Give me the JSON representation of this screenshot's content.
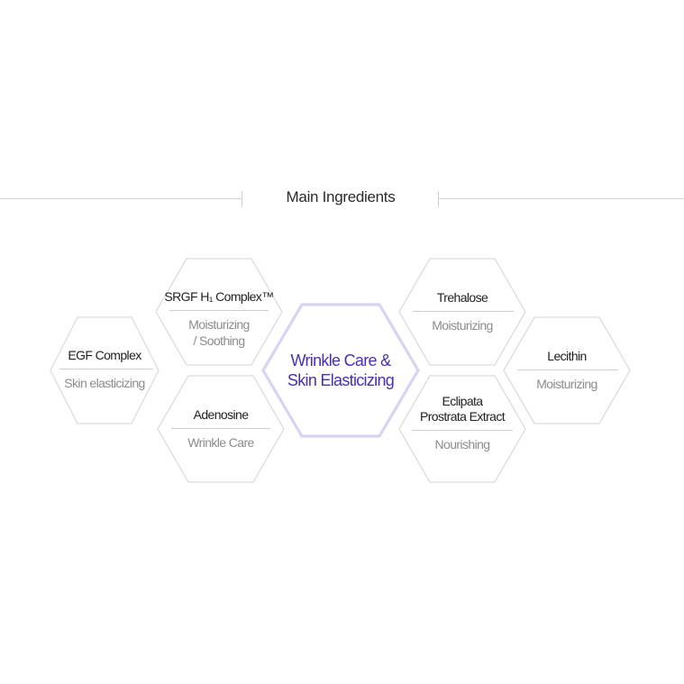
{
  "section": {
    "title": "Main Ingredients"
  },
  "center": {
    "line1": "Wrinkle Care &",
    "line2": "Skin Elasticizing"
  },
  "ingredients": [
    {
      "name": "EGF Complex",
      "effect": "Skin elasticizing"
    },
    {
      "name": "SRGF H₁ Complex™",
      "effect_line1": "Moisturizing",
      "effect_line2": "/ Soothing"
    },
    {
      "name": "Adenosine",
      "effect": "Wrinkle Care"
    },
    {
      "name": "Trehalose",
      "effect": "Moisturizing"
    },
    {
      "name_line1": "Eclipata",
      "name_line2": "Prostrata Extract",
      "effect": "Nourishing"
    },
    {
      "name": "Lecithin",
      "effect": "Moisturizing"
    }
  ],
  "colors": {
    "accent": "#4a2fb5",
    "center_border": "#d9d3f2",
    "hex_border": "#dcdcdc",
    "name_text": "#1f1f1f",
    "effect_text": "#8c8c8c"
  }
}
